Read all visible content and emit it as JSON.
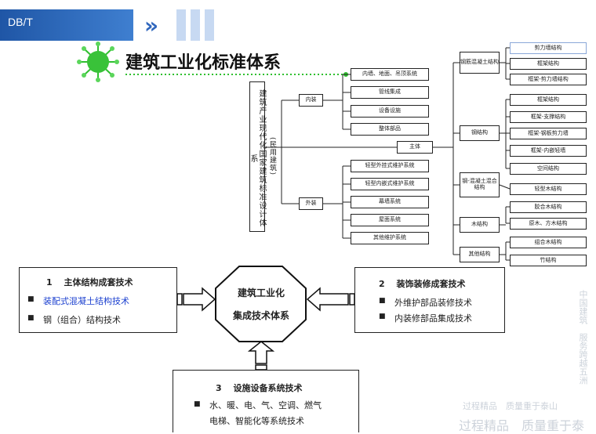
{
  "header": {
    "tag": "DB/T",
    "chevron": "»",
    "title": "建筑工业化标准体系"
  },
  "tree": {
    "root": "建筑产业现代化国家建筑标准设计体系",
    "root_sub": "(民用建筑)",
    "interior": {
      "label": "内装",
      "items": [
        "内墙、地面、吊顶系统",
        "管线集成",
        "设备设施",
        "整体部品"
      ]
    },
    "exterior": {
      "label": "外装",
      "items": [
        "轻型外挂式维护系统",
        "轻型内嵌式维护系统",
        "幕墙系统",
        "屋面系统",
        "其他维护系统"
      ]
    },
    "main": "主体",
    "rc": {
      "label": "钢筋混凝土结构",
      "items": [
        "剪力墙结构",
        "框架结构",
        "框架-剪力墙结构"
      ]
    },
    "steel": {
      "label": "钢结构",
      "items": [
        "框架结构",
        "框架-支撑结构",
        "框架-钢板剪力墙",
        "框架-内嵌轻墙",
        "空间结构"
      ]
    },
    "hybrid": {
      "label": "钢-混凝土混合结构",
      "items": [
        "轻型木结构"
      ]
    },
    "wood": {
      "label": "木结构",
      "items": [
        "胶合木结构",
        "原木、方木结构"
      ]
    },
    "other": {
      "label": "其他结构",
      "items": [
        "组合木结构",
        "竹结构"
      ]
    }
  },
  "center": {
    "line1": "建筑工业化",
    "line2": "集成技术体系"
  },
  "box1": {
    "title": "1　 主体结构成套技术",
    "items": [
      "装配式混凝土结构技术",
      "钢（组合）结构技术"
    ],
    "bullet": "■"
  },
  "box2": {
    "title": "2　 装饰装修成套技术",
    "items": [
      "外维护部品装修技术",
      "内装修部品集成技术"
    ],
    "bullet": "■"
  },
  "box3": {
    "title": "3　 设施设备系统技术",
    "line1": "水、暖、电、气、空调、燃气",
    "line2": "电梯、智能化等系统技术",
    "bullet": "■"
  },
  "watermark": {
    "a": "过程精品　质量重于泰山",
    "b": "过程精品　质量重于泰",
    "c": "中国建筑　服务跨越五洲"
  },
  "colors": {
    "accent": "#1f56a6",
    "link_blue": "#1a3fcf"
  }
}
